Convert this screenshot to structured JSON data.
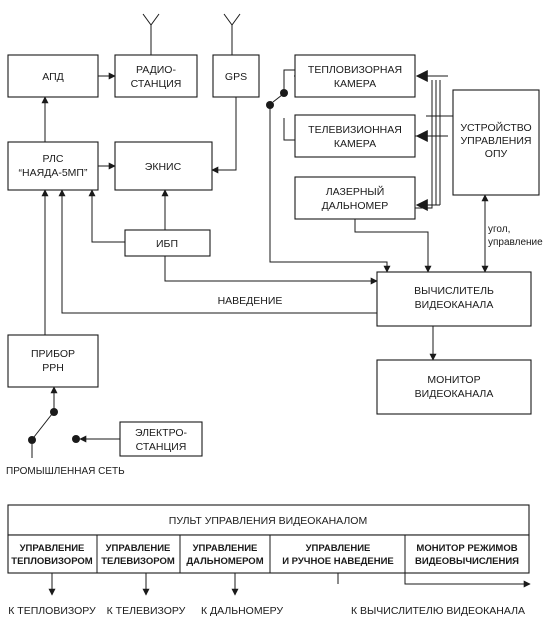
{
  "blocks": {
    "apd": "АПД",
    "radio": [
      "РАДИО-",
      "СТАНЦИЯ"
    ],
    "gps": "GPS",
    "thermal": [
      "ТЕПЛОВИЗОРНАЯ",
      "КАМЕРА"
    ],
    "tv": [
      "ТЕЛЕВИЗИОННАЯ",
      "КАМЕРА"
    ],
    "laser": [
      "ЛАЗЕРНЫЙ",
      "ДАЛЬНОМЕР"
    ],
    "opu": [
      "УСТРОЙСТВО",
      "УПРАВЛЕНИЯ",
      "ОПУ"
    ],
    "rls": [
      "РЛС",
      "“НАЯДА-5МП”"
    ],
    "eknis": "ЭКНИС",
    "ibp": "ИБП",
    "calc": [
      "ВЫЧИСЛИТЕЛЬ",
      "ВИДЕОКАНАЛА"
    ],
    "monitor": [
      "МОНИТОР",
      "ВИДЕОКАНАЛА"
    ],
    "rrn": [
      "ПРИБОР",
      "РРН"
    ],
    "power": [
      "ЭЛЕКТРО-",
      "СТАНЦИЯ"
    ]
  },
  "labels": {
    "guidance": "НАВЕДЕНИЕ",
    "angle": [
      "угол,",
      "управление"
    ],
    "grid": "ПРОМЫШЛЕННАЯ СЕТЬ"
  },
  "panel": {
    "title": "ПУЛЬТ УПРАВЛЕНИЯ ВИДЕОКАНАЛОМ",
    "sections": [
      [
        "УПРАВЛЕНИЕ",
        "ТЕПЛОВИЗОРОМ"
      ],
      [
        "УПРАВЛЕНИЕ",
        "ТЕЛЕВИЗОРОМ"
      ],
      [
        "УПРАВЛЕНИЕ",
        "ДАЛЬНОМЕРОМ"
      ],
      [
        "УПРАВЛЕНИЕ",
        "И РУЧНОЕ НАВЕДЕНИЕ"
      ],
      [
        "МОНИТОР РЕЖИМОВ",
        "ВИДЕОВЫЧИСЛЕНИЯ"
      ]
    ],
    "outputs": [
      "К ТЕПЛОВИЗОРУ",
      "К ТЕЛЕВИЗОРУ",
      "К ДАЛЬНОМЕРУ",
      "К ВЫЧИСЛИТЕЛЮ ВИДЕОКАНАЛА"
    ]
  }
}
